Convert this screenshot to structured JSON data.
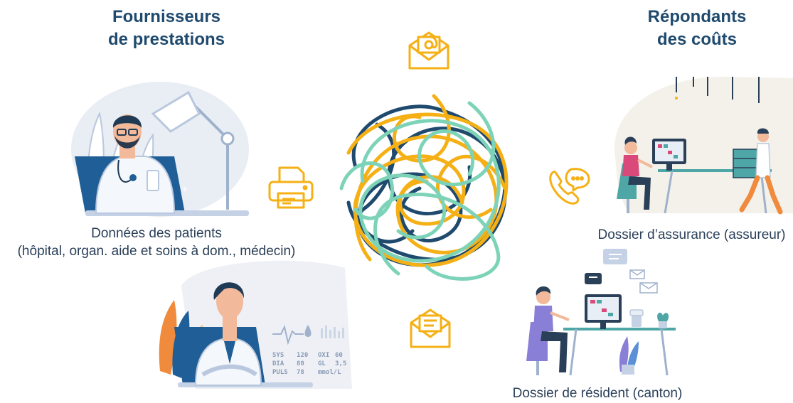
{
  "headings": {
    "left": {
      "line1": "Fournisseurs",
      "line2": "de prestations"
    },
    "right": {
      "line1": "Répondants",
      "line2": "des coûts"
    }
  },
  "captions": {
    "patient_data": {
      "line1": "Données des patients",
      "line2": "(hôpital, organ. aide et soins à dom., médecin)"
    },
    "insurance": "Dossier d’assurance (assureur)",
    "resident": "Dossier de résident (canton)"
  },
  "vitals": {
    "sys_label": "SYS",
    "sys_value": "120",
    "dia_label": "DIA",
    "dia_value": "80",
    "puls_label": "PULS",
    "puls_value": "78",
    "oxi_label": "OXI",
    "oxi_value": "60",
    "gl_label": "GL",
    "gl_value": "3,5",
    "unit": "mmol/L"
  },
  "colors": {
    "navy": "#1f4a6e",
    "yellow": "#f5b015",
    "mint": "#7dd3b8",
    "teal": "#4ea6a6",
    "pink": "#d94a7a",
    "purple": "#8a7fd6"
  },
  "icons": [
    "email-at-icon",
    "printer-icon",
    "phone-chat-icon",
    "email-letter-icon"
  ]
}
